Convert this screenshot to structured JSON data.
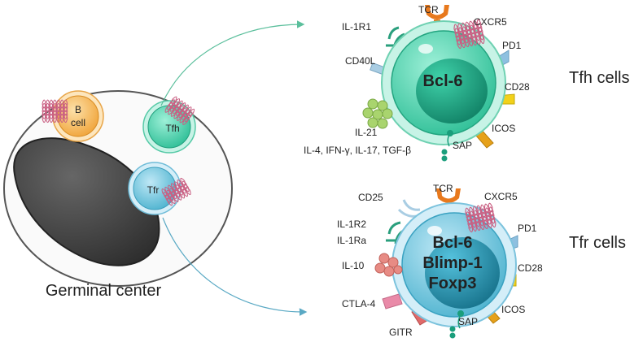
{
  "germinal_center": {
    "title": "Germinal center",
    "b_cell_line1": "B",
    "b_cell_line2": "cell",
    "tfh_label": "Tfh",
    "tfr_label": "Tfr"
  },
  "tfh": {
    "title": "Tfh cells",
    "nucleus_text": "Bcl-6",
    "receptors": {
      "tcr": "TCR",
      "il1r1": "IL-1R1",
      "cxcr5": "CXCR5",
      "pd1": "PD1",
      "cd40l": "CD40L",
      "cd28": "CD28",
      "icos": "ICOS",
      "sap": "SAP"
    },
    "cytokines_line1": "IL-21",
    "cytokines_line2": "IL-4, IFN-γ, IL-17, TGF-β"
  },
  "tfr": {
    "title": "Tfr cells",
    "nucleus_line1": "Bcl-6",
    "nucleus_line2": "Blimp-1",
    "nucleus_line3": "Foxp3",
    "receptors": {
      "tcr": "TCR",
      "cd25": "CD25",
      "cxcr5": "CXCR5",
      "il1r2": "IL-1R2",
      "il1ra": "IL-1Ra",
      "pd1": "PD1",
      "il10": "IL-10",
      "cd28": "CD28",
      "ctla4": "CTLA-4",
      "icos": "ICOS",
      "gitr": "GITR",
      "sap": "SAP"
    }
  },
  "colors": {
    "tfh_membrane": "#8fe3cc",
    "tfh_body": "#3ccfa5",
    "tfh_nucleus": "#1a9e7c",
    "tfr_membrane": "#a9d8ea",
    "tfr_body": "#56bdd6",
    "tfr_nucleus": "#1c8aa6",
    "tcr": "#e8791d",
    "cxcr5": "#d06a8a",
    "pd1": "#8ec0e0",
    "cd28": "#f2d11a",
    "icos": "#e6a11a",
    "il1r": "#2a9f7d",
    "cd40l": "#a9cde3",
    "cytokine_green": "#a9d46e",
    "il10": "#e78b84",
    "ctla4": "#e98aa8",
    "gitr": "#e06a6a",
    "b_cell": "#f6b24b",
    "dark_zone": "#444444",
    "arrow": "#5bbf9c"
  }
}
